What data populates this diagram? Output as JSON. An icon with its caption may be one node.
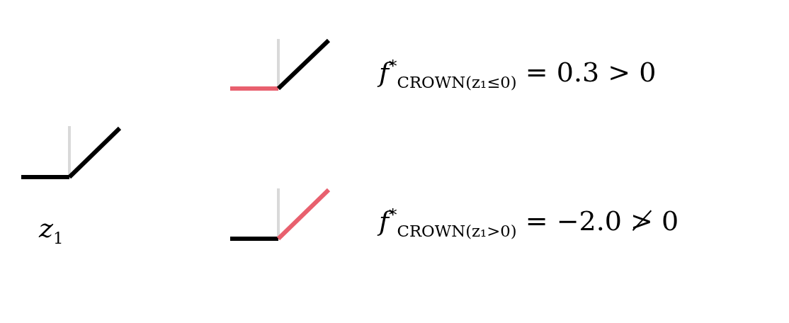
{
  "diagram": {
    "labels": [
      "*z*$_{1}$",
      "*f*$^{*}$$_{CROWN(z₁≤0)}$ =  0.3 > 0",
      "*f*$^{*}$$_{CROWN(z₁>0)}$ = −2.0 ≯ 0"
    ]
  }
}
